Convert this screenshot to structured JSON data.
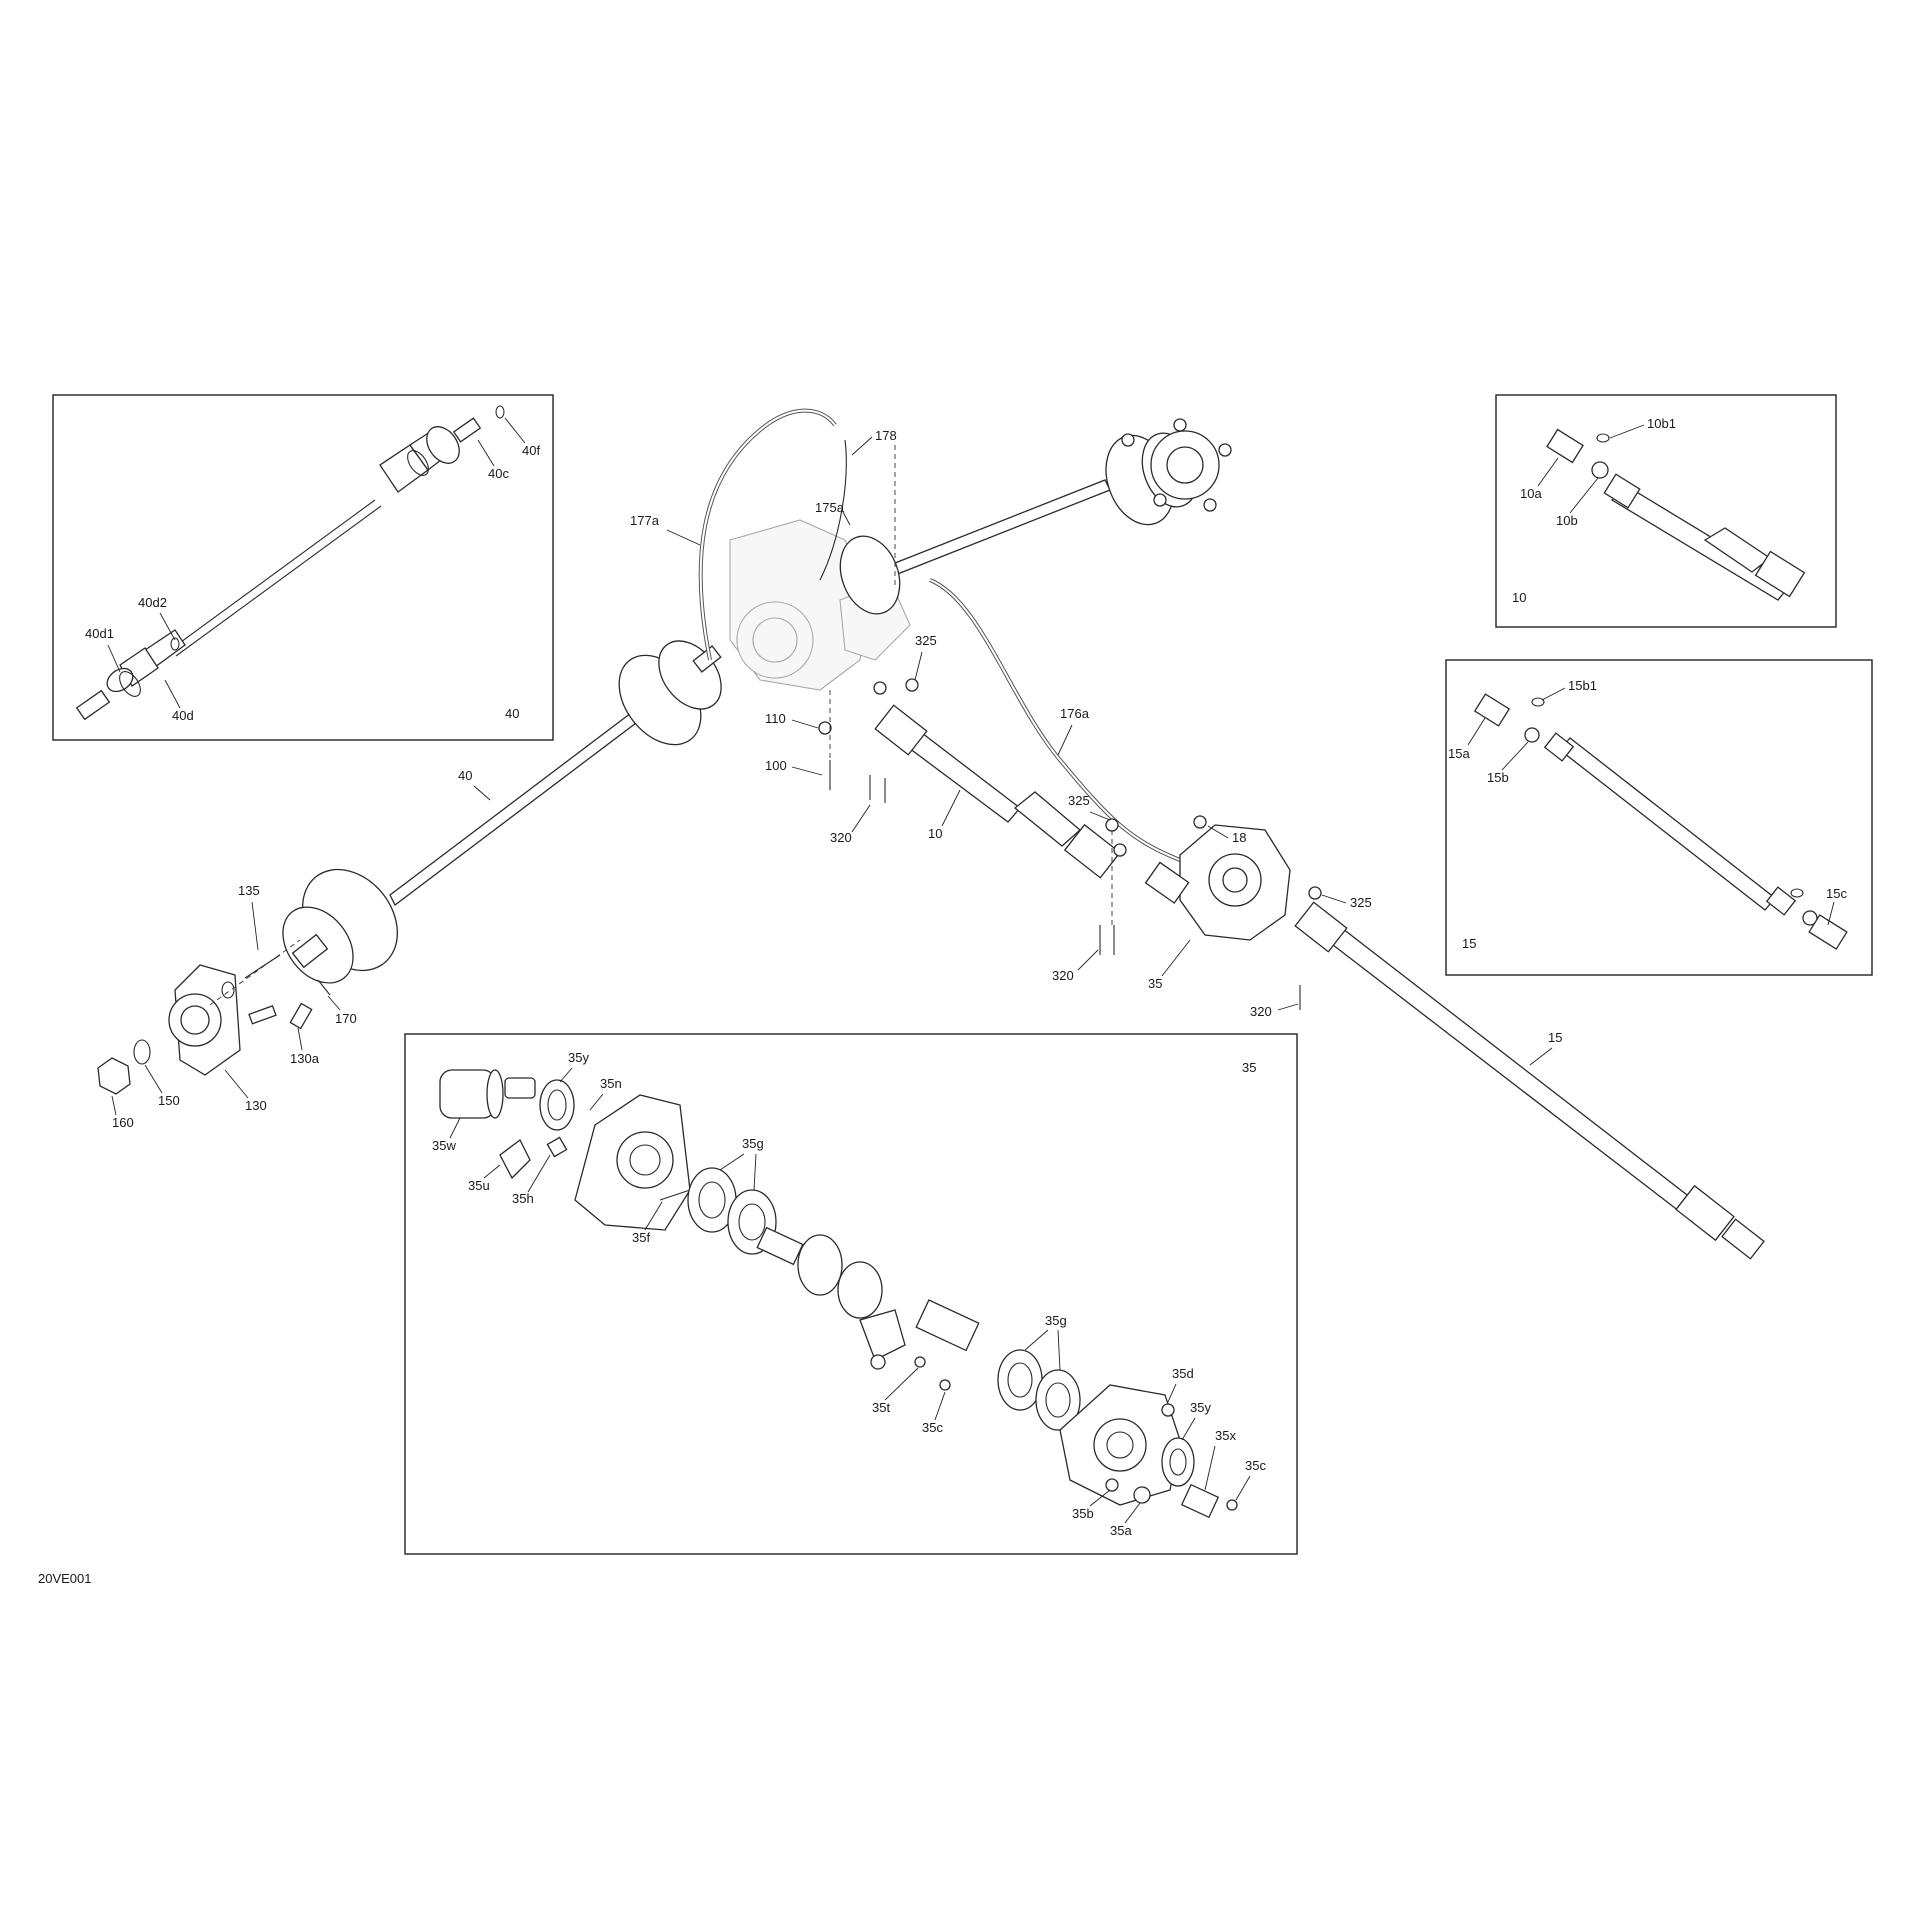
{
  "figure_code": "20VE001",
  "insets": {
    "inset_40": {
      "number": "40",
      "labels": [
        "40d1",
        "40d2",
        "40d",
        "40c",
        "40f"
      ]
    },
    "inset_10": {
      "number": "10",
      "labels": [
        "10a",
        "10b",
        "10b1"
      ]
    },
    "inset_15": {
      "number": "15",
      "labels": [
        "15a",
        "15b",
        "15b1",
        "15c"
      ]
    },
    "inset_35": {
      "number": "35",
      "labels": [
        "35y",
        "35n",
        "35w",
        "35u",
        "35h",
        "35f",
        "35g",
        "35g",
        "35t",
        "35c",
        "35d",
        "35y",
        "35x",
        "35c",
        "35b",
        "35a"
      ]
    }
  },
  "main_labels": [
    "178",
    "175a",
    "177a",
    "325",
    "110",
    "100",
    "320",
    "10",
    "176a",
    "325",
    "18",
    "325",
    "320",
    "35",
    "320",
    "15",
    "40",
    "135",
    "170",
    "130a",
    "150",
    "130",
    "160"
  ]
}
